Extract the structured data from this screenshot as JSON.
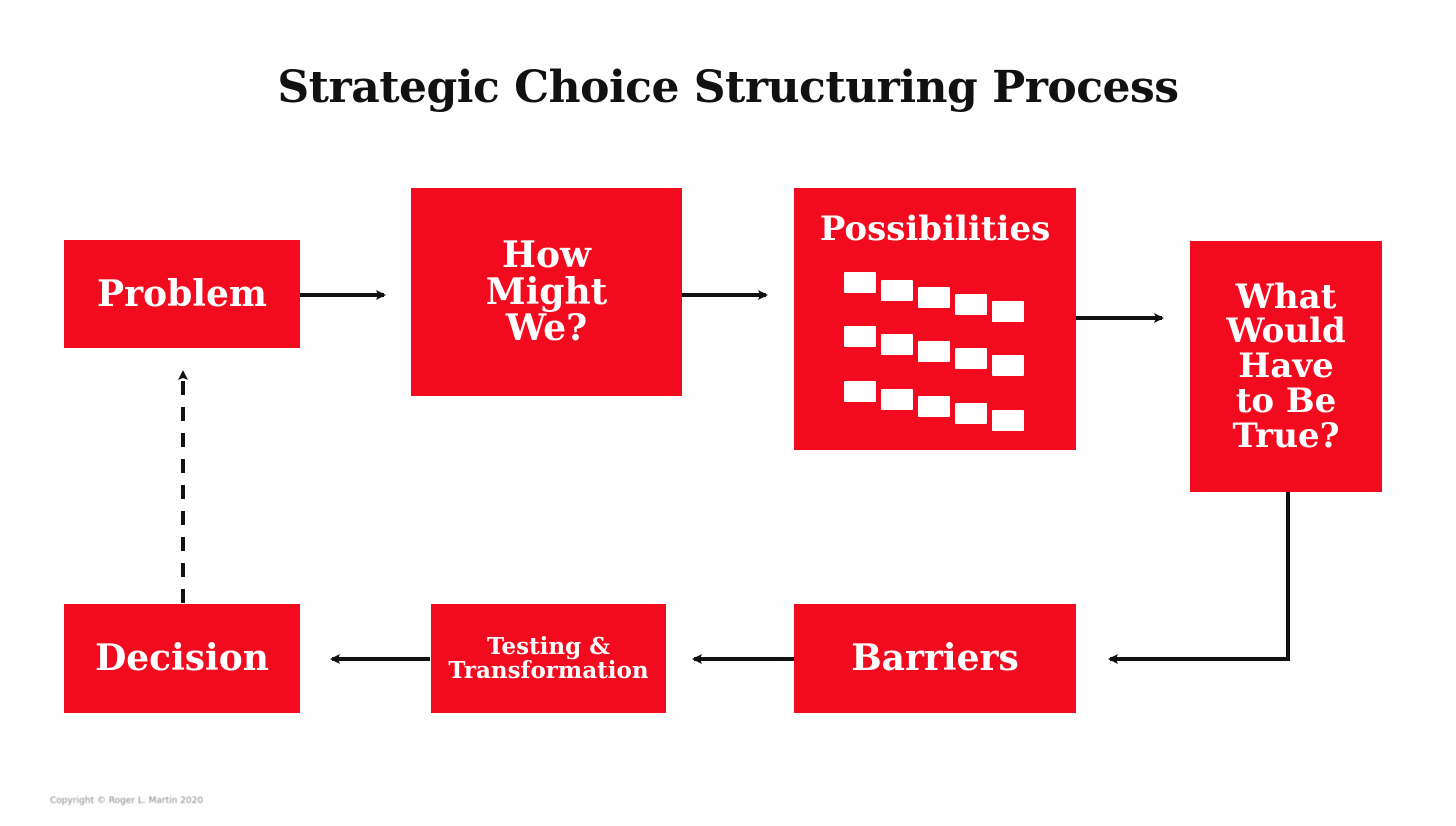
{
  "title": "Strategic Choice Structuring Process",
  "boxes": {
    "problem": "Problem",
    "how_might_we": [
      "How",
      "Might",
      "We?"
    ],
    "possibilities": "Possibilities",
    "what_would": [
      "What",
      "Would",
      "Have",
      "to Be",
      "True?"
    ],
    "barriers": "Barriers",
    "testing": [
      "Testing &",
      "Transformation"
    ],
    "decision": "Decision"
  },
  "possibilities_grid": {
    "rows": 3,
    "chips_per_row": 5,
    "icon": "sequence-chip-icon"
  },
  "colors": {
    "box_fill": "#f20a1e",
    "box_text": "#ffffff",
    "arrow": "#111111",
    "background": "#fefefe"
  },
  "flow": [
    {
      "from": "Problem",
      "to": "How Might We?",
      "style": "solid"
    },
    {
      "from": "How Might We?",
      "to": "Possibilities",
      "style": "solid"
    },
    {
      "from": "Possibilities",
      "to": "What Would Have to Be True?",
      "style": "solid"
    },
    {
      "from": "What Would Have to Be True?",
      "to": "Barriers",
      "style": "solid"
    },
    {
      "from": "Barriers",
      "to": "Testing & Transformation",
      "style": "solid"
    },
    {
      "from": "Testing & Transformation",
      "to": "Decision",
      "style": "solid"
    },
    {
      "from": "Decision",
      "to": "Problem",
      "style": "dashed"
    }
  ],
  "footer": {
    "copyright": "Copyright © Roger L. Martin 2020"
  }
}
